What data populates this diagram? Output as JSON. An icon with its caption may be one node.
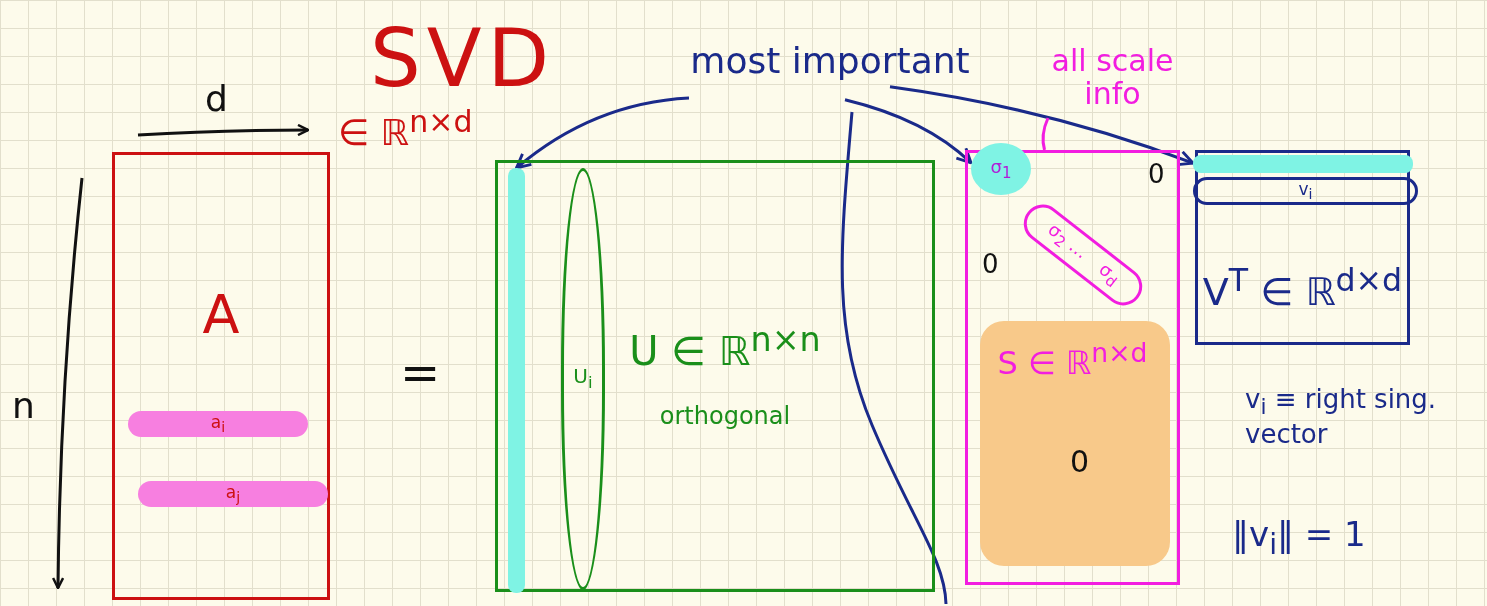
{
  "diagram": {
    "title": "SVD",
    "nodes": [
      {
        "text": [
          "A"
        ]
      },
      {
        "text": [
          "a$_{i}$"
        ],
        "in": 0
      },
      {
        "text": [
          "a$_{j}$"
        ],
        "in": 0
      },
      {
        "text": [
          "U ∈ ℝ$^{n×n}$",
          "orthogonal"
        ]
      },
      {
        "text": [],
        "shape": "bar",
        "in": 3
      },
      {
        "text": [
          "U$_{i}$"
        ],
        "in": 3
      },
      {
        "text": [
          "S ∈ ℝ$^{n×d}$"
        ]
      },
      {
        "text": [
          "σ$_{1}$"
        ],
        "in": 6
      },
      {
        "text": [
          "σ$_{2}$ …",
          "σ$_{d}$"
        ],
        "in": 6
      },
      {
        "text": [
          "V$^{T}$ ∈ ℝ$^{d×d}$"
        ]
      },
      {
        "text": [],
        "shape": "bar",
        "in": 9
      },
      {
        "text": [
          "v$_{i}$"
        ],
        "in": 9
      },
      {
        "text": [
          "most important"
        ]
      },
      {
        "text": [
          "all scale info"
        ]
      }
    ],
    "edges": [
      {
        "from": 12,
        "to": 4,
        "arrow": "to"
      },
      {
        "from": 12,
        "to": 7,
        "arrow": "to"
      },
      {
        "from": 12,
        "to": 10,
        "arrow": "to"
      },
      {
        "from": 13,
        "to": 6,
        "arrow": "none",
        "color": "#f21de0"
      }
    ],
    "labels": [
      "d",
      "n",
      "∈ ℝ$^{n×d}$",
      "=",
      "0",
      "0",
      "0",
      "v$_{i}$ ≡ right sing. vector",
      "‖v$_{i}$‖ = 1"
    ]
  }
}
